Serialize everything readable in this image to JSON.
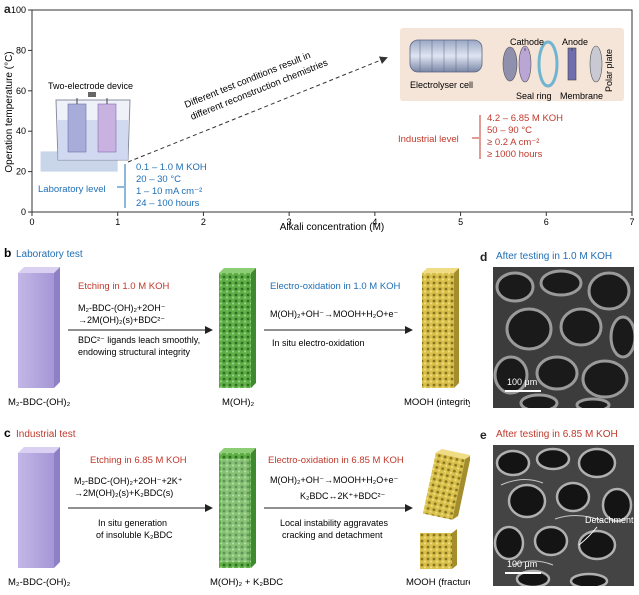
{
  "panel_a": {
    "letter": "a",
    "chart_data": {
      "type": "scatter",
      "xlabel": "Alkali concentration (M)",
      "ylabel": "Operation temperature (°C)",
      "xlim": [
        0,
        7
      ],
      "ylim": [
        0,
        100
      ],
      "xticks": [
        0,
        1,
        2,
        3,
        4,
        5,
        6,
        7
      ],
      "yticks": [
        0,
        20,
        40,
        60,
        80,
        100
      ],
      "regions": [
        {
          "name": "Laboratory level",
          "x": [
            0.1,
            1.0
          ],
          "y": [
            20,
            30
          ],
          "color": "#1f6fb5"
        },
        {
          "name": "Industrial level",
          "x": [
            4.2,
            6.85
          ],
          "y": [
            50,
            90
          ],
          "color": "#c0392b"
        }
      ]
    },
    "device_label": "Two-electrode device",
    "arrow_text_line1": "Different test conditions result in",
    "arrow_text_line2": "different reconstruction chemistries",
    "lab_label": "Laboratory level",
    "lab_lines": [
      "0.1 – 1.0 M KOH",
      "20 – 30 °C",
      "1 – 10 mA cm⁻²",
      "24 – 100 hours"
    ],
    "ind_label": "Industrial level",
    "ind_lines": [
      "4.2 – 6.85 M KOH",
      "50 – 90 °C",
      "≥ 0.2 A cm⁻²",
      "≥ 1000 hours"
    ],
    "cell_labels": {
      "electrolyser": "Electrolyser cell",
      "cathode": "Cathode",
      "anode": "Anode",
      "seal": "Seal ring",
      "membrane": "Membrane",
      "polar": "Polar plate"
    },
    "colors": {
      "lab": "#1f6fb5",
      "ind": "#c0392b",
      "lab_fill": "#c9d6ea",
      "inset_bg": "#f5e4d8"
    }
  },
  "panel_b": {
    "letter": "b",
    "title": "Laboratory test",
    "step1_title": "Etching in 1.0 M KOH",
    "step1_eq1": "M₂-BDC-(OH)₂+2OH⁻",
    "step1_eq2": "→2M(OH)₂(s)+BDC²⁻",
    "step1_note1": "BDC²⁻ ligands leach smoothly,",
    "step1_note2": "endowing structural integrity",
    "step2_title": "Electro-oxidation in 1.0 M KOH",
    "step2_eq": "M(OH)₂+OH⁻→MOOH+H₂O+e⁻",
    "step2_note": "In situ electro-oxidation",
    "label_start": "M₂-BDC-(OH)₂",
    "label_mid": "M(OH)₂",
    "label_end": "MOOH (integrity)"
  },
  "panel_c": {
    "letter": "c",
    "title": "Industrial test",
    "step1_title": "Etching in 6.85 M KOH",
    "step1_eq1": "M₂-BDC-(OH)₂+2OH⁻+2K⁺",
    "step1_eq2": "→2M(OH)₂(s)+K₂BDC(s)",
    "step1_note1": "In situ generation",
    "step1_note2": "of insoluble K₂BDC",
    "step2_title": "Electro-oxidation in 6.85 M KOH",
    "step2_eq1": "M(OH)₂+OH⁻→MOOH+H₂O+e⁻",
    "step2_eq2": "K₂BDC↔2K⁺+BDC²⁻",
    "step2_note1": "Local instability aggravates",
    "step2_note2": "cracking and detachment",
    "label_start": "M₂-BDC-(OH)₂",
    "label_mid": "M(OH)₂ + K₂BDC",
    "label_end": "MOOH (fracture)"
  },
  "panel_d": {
    "letter": "d",
    "title": "After testing in 1.0 M KOH",
    "scale": "100 μm"
  },
  "panel_e": {
    "letter": "e",
    "title": "After testing in 6.85 M KOH",
    "scale": "100 μm",
    "annotation": "Detachment"
  }
}
